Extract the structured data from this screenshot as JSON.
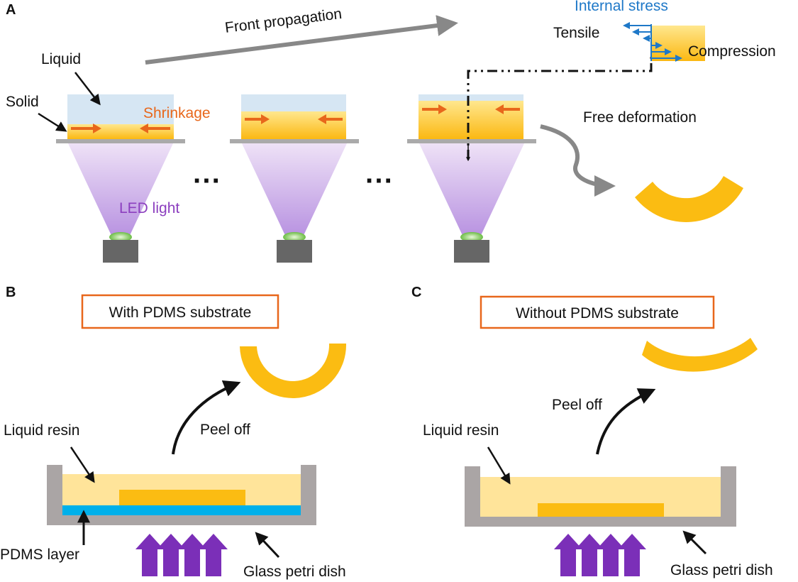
{
  "panels": {
    "a": "A",
    "b": "B",
    "c": "C"
  },
  "panel_a": {
    "front_propagation": "Front propagation",
    "internal_stress": "Internal stress",
    "tensile": "Tensile",
    "compression": "Compression",
    "liquid": "Liquid",
    "solid": "Solid",
    "shrinkage": "Shrinkage",
    "free_deformation": "Free deformation",
    "led_light": "LED light",
    "ellipsis_1": "···",
    "ellipsis_2": "···"
  },
  "panel_b": {
    "title": "With PDMS substrate",
    "peel_off": "Peel off",
    "liquid_resin": "Liquid resin",
    "pdms_layer": "PDMS layer",
    "glass_petri_dish": "Glass petri dish"
  },
  "panel_c": {
    "title": "Without PDMS substrate",
    "peel_off": "Peel off",
    "liquid_resin": "Liquid resin",
    "glass_petri_dish": "Glass petri dish"
  },
  "colors": {
    "resin": "#ffe49a",
    "cured": "#fbbc12",
    "liquid": "#d6e6f3",
    "pdms": "#00b0ea",
    "dish": "#aaa5a5",
    "arrow_orange": "#e8671b",
    "led": "#8c3fbf",
    "stress": "#1e78c8"
  }
}
